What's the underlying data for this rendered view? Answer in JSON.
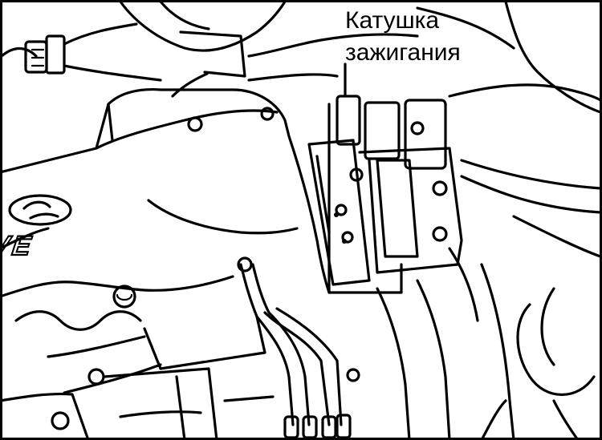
{
  "callout": {
    "line1": "Катушка",
    "line2": "зажигания"
  },
  "valve_cover_text": "VALVE",
  "colors": {
    "ink": "#000000",
    "background": "#ffffff"
  }
}
